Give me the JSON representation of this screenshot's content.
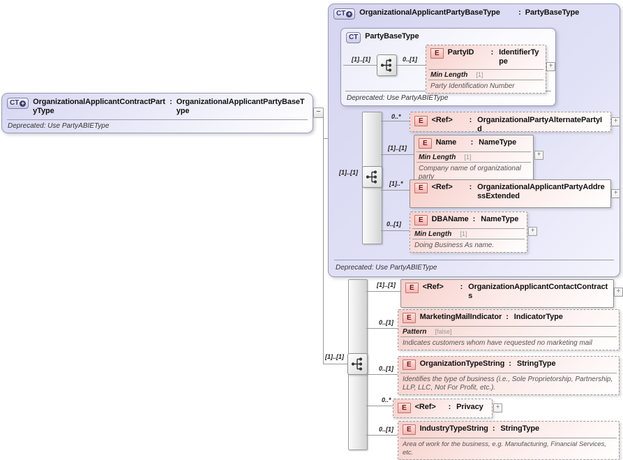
{
  "ui": {
    "colon": ":",
    "plus": "+",
    "minus": "−",
    "ct_badge": "CT",
    "e_badge": "E"
  },
  "colors": {
    "complex_fill": "#d7d7f2",
    "element_fill": "#f7cfca",
    "element_border": "#8f8f8f",
    "badge_e_border": "#c4706a",
    "badge_e_text": "#7a1414",
    "badge_ct_text": "#33336e",
    "connector": "#999999"
  },
  "deprecated_note": "Deprecated: Use PartyABIEType",
  "contract_type": {
    "name": "OrganizationalApplicantContractPartyType",
    "base": "OrganizationalApplicantPartyBaseType"
  },
  "base_type": {
    "name": "OrganizationalApplicantPartyBaseType",
    "base": "PartyBaseType",
    "root_cardinality": "[1]..[1]",
    "inner": {
      "name": "PartyBaseType",
      "root_cardinality": "[1]..[1]",
      "party_id": {
        "cardinality": "0..[1]",
        "name": "PartyID",
        "type": "IdentifierType",
        "facet_label": "Min Length",
        "facet_value": "[1]",
        "description": "Party Identification Number"
      }
    },
    "elements": [
      {
        "cardinality": "0..*",
        "name": "<Ref>",
        "type": "OrganizationalPartyAlternatePartyId"
      },
      {
        "cardinality": "[1]..[1]",
        "name": "Name",
        "type": "NameType",
        "facet_label": "Min Length",
        "facet_value": "[1]",
        "description": "Company name of organizational party"
      },
      {
        "cardinality": "[1]..*",
        "name": "<Ref>",
        "type": "OrganizationalApplicantPartyAddressExtended"
      },
      {
        "cardinality": "0..[1]",
        "name": "DBAName",
        "type": "NameType",
        "facet_label": "Min Length",
        "facet_value": "[1]",
        "description": "Doing Business As name."
      }
    ]
  },
  "extension_group": {
    "root_cardinality": "[1]..[1]",
    "elements": [
      {
        "cardinality": "[1]..[1]",
        "name": "<Ref>",
        "type": "OrganizationApplicantContactContracts"
      },
      {
        "cardinality": "0..[1]",
        "name": "MarketingMailIndicator",
        "type": "IndicatorType",
        "facet_label": "Pattern",
        "facet_value": "[false]",
        "description": "Indicates customers whom have requested no marketing mail"
      },
      {
        "cardinality": "0..[1]",
        "name": "OrganizationTypeString",
        "type": "StringType",
        "description": "Identifies the type of business (i.e., Sole Proprietorship, Partnership, LLP, LLC, Not For Profit, etc.)."
      },
      {
        "cardinality": "0..*",
        "name": "<Ref>",
        "type": "Privacy"
      },
      {
        "cardinality": "0..[1]",
        "name": "IndustryTypeString",
        "type": "StringType",
        "description": "Area of work for the business, e.g. Manufacturing, Financial Services, etc."
      }
    ]
  }
}
